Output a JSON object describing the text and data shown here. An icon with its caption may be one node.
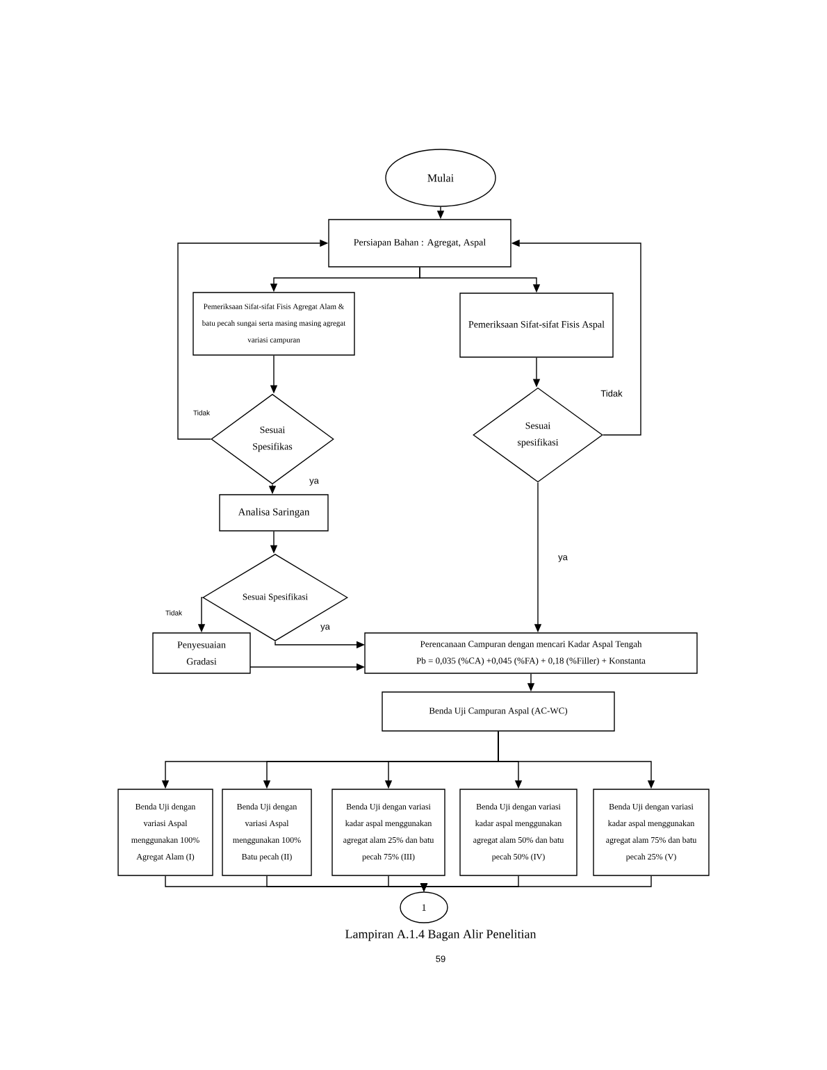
{
  "diagram": {
    "caption": "Lampiran  A.1.4  Bagan Alir Penelitian",
    "nodes": [
      {
        "text": [
          "Mulai"
        ]
      },
      {
        "text": [
          "Persiapan Bahan : Agregat, Aspal"
        ]
      },
      {
        "text": [
          "Pemeriksaan Sifat-sifat Fisis Agregat Alam & batu pecah sungai serta masing masing agregat variasi campuran"
        ]
      },
      {
        "text": [
          "Pemeriksaan Sifat-sifat Fisis Aspal"
        ]
      },
      {
        "text": [
          "Sesuai Spesifikas"
        ]
      },
      {
        "text": [
          "Sesuai spesifikasi"
        ]
      },
      {
        "text": [
          "Analisa Saringan"
        ]
      },
      {
        "text": [
          "Sesuai Spesifikasi"
        ]
      },
      {
        "text": [
          "Penyesuaian Gradasi"
        ]
      },
      {
        "text": [
          "Perencanaan Campuran dengan mencari Kadar Aspal Tengah",
          "Pb = 0,035 (%CA) +0,045 (%FA) + 0,18 (%Filler) + Konstanta"
        ]
      },
      {
        "text": [
          "Benda Uji Campuran Aspal (AC-WC)"
        ]
      },
      {
        "text": [
          "Benda Uji dengan variasi Aspal menggunakan 100% Agregat Alam (I)"
        ]
      },
      {
        "text": [
          "Benda Uji dengan variasi Aspal menggunakan 100% Batu pecah (II)"
        ]
      },
      {
        "text": [
          "Benda Uji dengan variasi kadar aspal menggunakan agregat alam 25% dan batu pecah 75% (III)"
        ]
      },
      {
        "text": [
          "Benda Uji dengan variasi kadar aspal menggunakan agregat alam 50% dan batu pecah 50% (IV)"
        ]
      },
      {
        "text": [
          "Benda Uji dengan variasi kadar aspal menggunakan agregat alam 75% dan batu pecah 25% (V)"
        ]
      },
      {
        "text": [
          "1"
        ]
      }
    ],
    "edges": [
      {
        "from": 0,
        "to": 1,
        "arrow": "to"
      },
      {
        "from": 1,
        "to": 2,
        "arrow": "to"
      },
      {
        "from": 1,
        "to": 3,
        "arrow": "to"
      },
      {
        "from": 2,
        "to": 4,
        "arrow": "to"
      },
      {
        "from": 3,
        "to": 5,
        "arrow": "to"
      },
      {
        "from": 4,
        "to": 1,
        "arrow": "to",
        "label": "Tidak"
      },
      {
        "from": 5,
        "to": 1,
        "arrow": "to",
        "label": "Tidak"
      },
      {
        "from": 4,
        "to": 6,
        "arrow": "to",
        "label": "ya"
      },
      {
        "from": 5,
        "to": 9,
        "arrow": "to",
        "label": "ya"
      },
      {
        "from": 6,
        "to": 7,
        "arrow": "to"
      },
      {
        "from": 7,
        "to": 8,
        "arrow": "to",
        "label": "Tidak"
      },
      {
        "from": 7,
        "to": 9,
        "arrow": "to",
        "label": "ya"
      },
      {
        "from": 8,
        "to": 9,
        "arrow": "to"
      },
      {
        "from": 9,
        "to": 10,
        "arrow": "to"
      },
      {
        "from": 10,
        "to": 11,
        "arrow": "to"
      },
      {
        "from": 10,
        "to": 12,
        "arrow": "to"
      },
      {
        "from": 10,
        "to": 13,
        "arrow": "to"
      },
      {
        "from": 10,
        "to": 14,
        "arrow": "to"
      },
      {
        "from": 10,
        "to": 15,
        "arrow": "to"
      },
      {
        "from": 11,
        "to": 16,
        "arrow": "to"
      },
      {
        "from": 12,
        "to": 16,
        "arrow": "to"
      },
      {
        "from": 13,
        "to": 16,
        "arrow": "to"
      },
      {
        "from": 14,
        "to": 16,
        "arrow": "to"
      },
      {
        "from": 15,
        "to": 16,
        "arrow": "to"
      }
    ],
    "labels": [
      "59"
    ]
  }
}
